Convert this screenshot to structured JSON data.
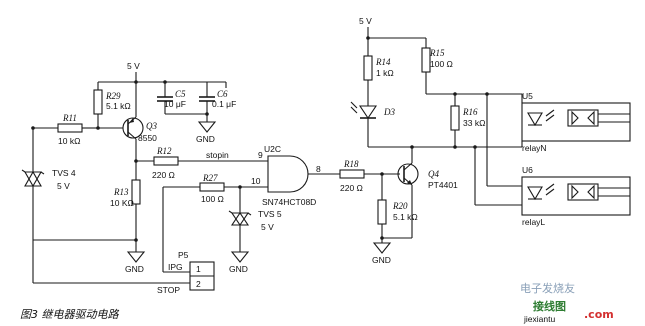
{
  "caption": "图3 继电器驱动电路",
  "watermark": {
    "brand": "电子发烧友",
    "site": "接线图",
    "url": "jiexiantu",
    "tld": ".com"
  },
  "power": {
    "vcc_left": "5 V",
    "vcc_right": "5 V"
  },
  "labels": {
    "r29": "R29",
    "r29v": "5.1 kΩ",
    "c5": "C5",
    "c5v": "10 μF",
    "c6": "C6",
    "c6v": "0.1 μF",
    "gnd_c": "GND",
    "q3": "Q3",
    "q3v": "8550",
    "r11": "R11",
    "r11v": "10 kΩ",
    "tvs4": "TVS  4",
    "tvs4v": "5 V",
    "r13": "R13",
    "r13v": "10 KΩ",
    "gnd1": "GND",
    "r12": "R12",
    "r12v": "220 Ω",
    "stopin": "stopin",
    "r27": "R27",
    "r27v": "100 Ω",
    "tvs5": "TVS  5",
    "tvs5v": "5 V",
    "gnd2": "GND",
    "u2c": "U2C",
    "pin9": "9",
    "pin10": "10",
    "pin8": "8",
    "gate": "SN74HCT08D",
    "p5": "P5",
    "ipg": "IPG",
    "p1": "1",
    "p2": "2",
    "stop": "STOP",
    "r18": "R18",
    "r18v": "220 Ω",
    "q4": "Q4",
    "q4v": "PT4401",
    "r20": "R20",
    "r20v": "5.1 kΩ",
    "gnd3": "GND",
    "r14": "R14",
    "r14v": "1 kΩ",
    "d3": "D3",
    "r15": "R15",
    "r15v": "100 Ω",
    "r16": "R16",
    "r16v": "33 kΩ",
    "u5": "U5",
    "relayn": "relayN",
    "u6": "U6",
    "relayl": "relayL"
  }
}
